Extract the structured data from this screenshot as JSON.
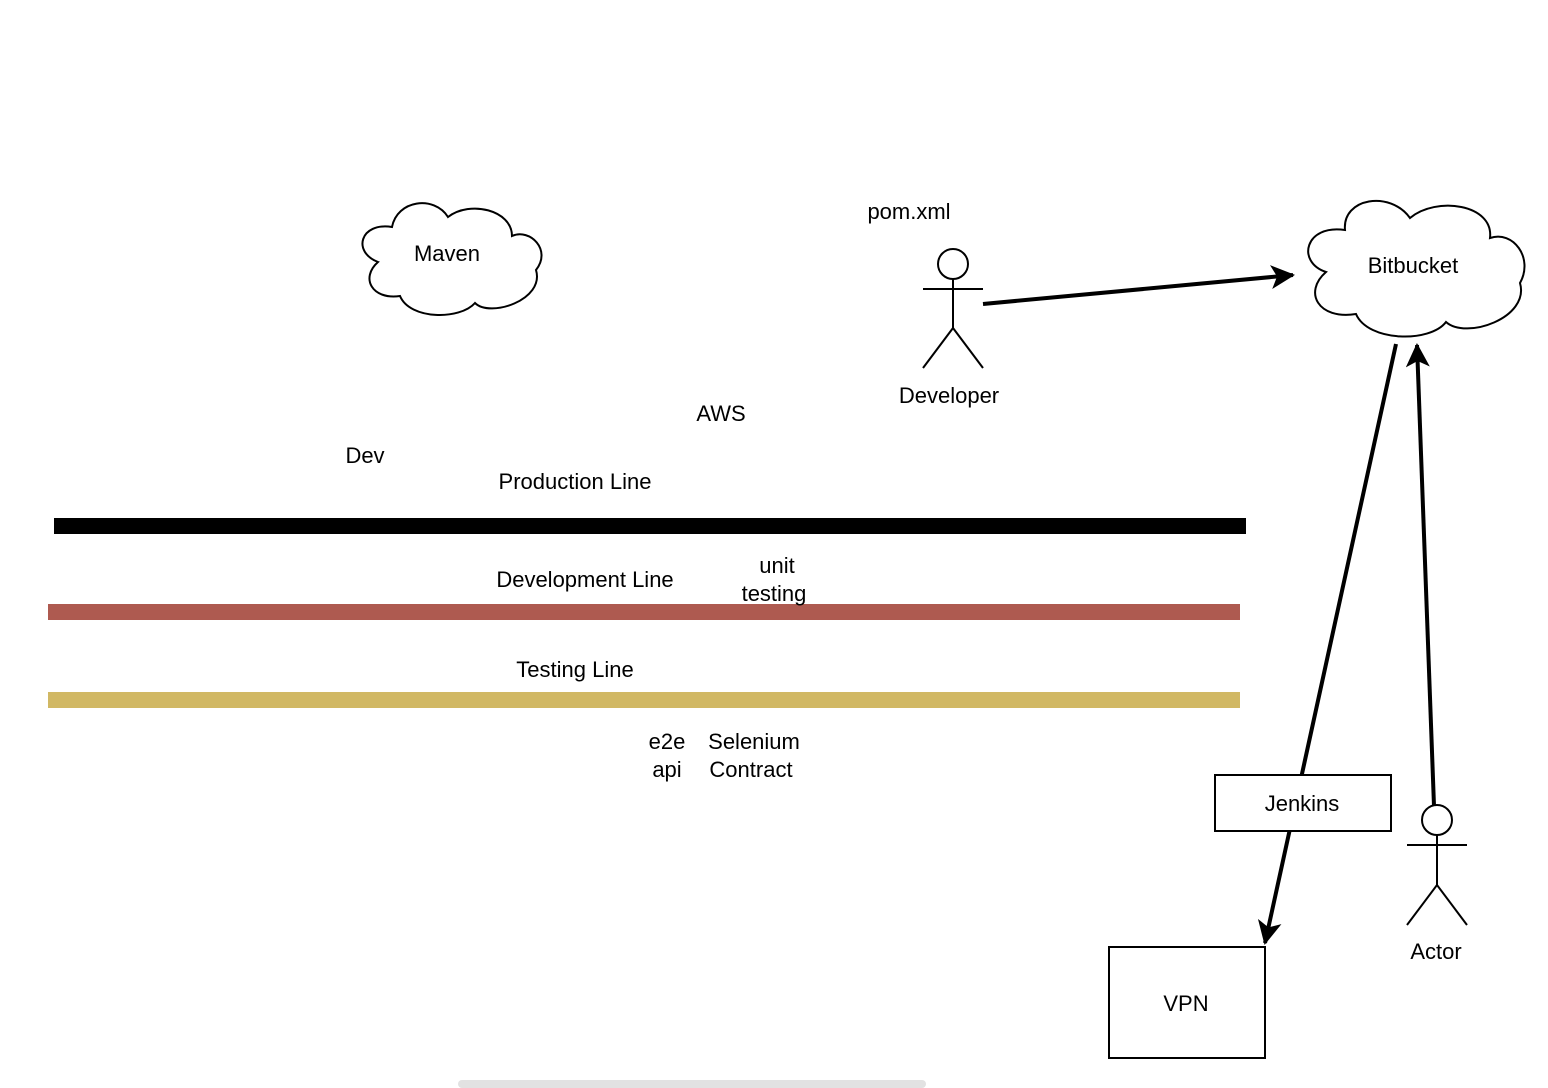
{
  "labels": {
    "maven": "Maven",
    "pom_xml": "pom.xml",
    "developer": "Developer",
    "bitbucket": "Bitbucket",
    "aws": "AWS",
    "dev": "Dev",
    "production_line": "Production Line",
    "development_line": "Development Line",
    "unit": "unit",
    "testing": "testing",
    "testing_line": "Testing Line",
    "e2e": "e2e",
    "api": "api",
    "selenium": "Selenium",
    "contract": "Contract",
    "jenkins": "Jenkins",
    "vpn": "VPN",
    "actor": "Actor"
  },
  "colors": {
    "production_line": "#000000",
    "development_line": "#ae5a50",
    "testing_line": "#d1b864",
    "stroke": "#000000",
    "fill": "#ffffff"
  },
  "icons": {
    "maven": "cloud-icon",
    "bitbucket": "cloud-icon",
    "developer": "stick-figure-icon",
    "actor": "stick-figure-icon"
  }
}
